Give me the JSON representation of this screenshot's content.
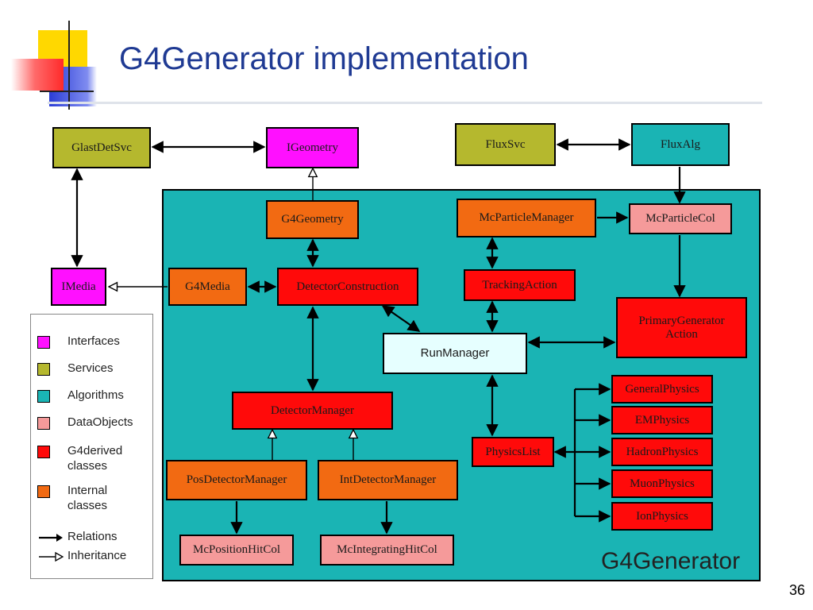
{
  "title": "G4Generator implementation",
  "page_number": "36",
  "container_label": "G4Generator",
  "colors": {
    "interfaces": "#ff10ff",
    "services": "#b5b82e",
    "algorithms": "#1ab4b4",
    "data_objects": "#f59a9a",
    "g4_derived": "#ff0a0a",
    "internal": "#f26a12"
  },
  "nodes": {
    "glastdetsvc": "GlastDetSvc",
    "igeometry": "IGeometry",
    "fluxsvc": "FluxSvc",
    "fluxalg": "FluxAlg",
    "g4geometry": "G4Geometry",
    "mcparticlemanager": "McParticleManager",
    "mcparticlecol": "McParticleCol",
    "imedia": "IMedia",
    "g4media": "G4Media",
    "detectorconstruction": "DetectorConstruction",
    "trackingaction": "TrackingAction",
    "primarygeneratoraction": "PrimaryGenerator Action",
    "runmanager": "RunManager",
    "detectormanager": "DetectorManager",
    "generalphysics": "GeneralPhysics",
    "emphysics": "EMPhysics",
    "hadronphysics": "HadronPhysics",
    "muonphysics": "MuonPhysics",
    "ionphysics": "IonPhysics",
    "physicslist": "PhysicsList",
    "posdetectormanager": "PosDetectorManager",
    "intdetectormanager": "IntDetectorManager",
    "mcpositionhitcol": "McPositionHitCol",
    "mcintegratinghitcol": "McIntegratingHitCol"
  },
  "legend": {
    "interfaces": "Interfaces",
    "services": "Services",
    "algorithms": "Algorithms",
    "data_objects": "DataObjects",
    "g4_derived_1": "G4derived",
    "g4_derived_2": "classes",
    "internal_1": "Internal",
    "internal_2": "classes",
    "relations": "Relations",
    "inheritance": "Inheritance"
  }
}
